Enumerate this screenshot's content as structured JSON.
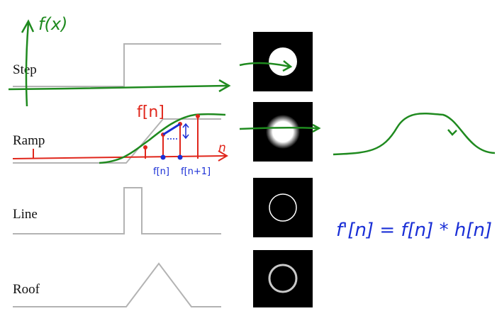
{
  "rows": [
    {
      "label": "Step"
    },
    {
      "label": "Ramp"
    },
    {
      "label": "Line"
    },
    {
      "label": "Roof"
    }
  ],
  "annotations": {
    "fx_label": "f(x)",
    "fn_label": "f[n]",
    "n_axis_label": "n",
    "fn_point_label": "f[n]",
    "fn1_point_label": "f[n+1]",
    "equation": "f'[n] = f[n] * h[n]"
  },
  "colors": {
    "profile_gray": "#b3b3b3",
    "ink_green": "#1f8a1f",
    "ink_red": "#e0261b",
    "ink_blue": "#1a2fd6",
    "thumb_bg": "#000000",
    "thumb_shape": "#ffffff"
  }
}
